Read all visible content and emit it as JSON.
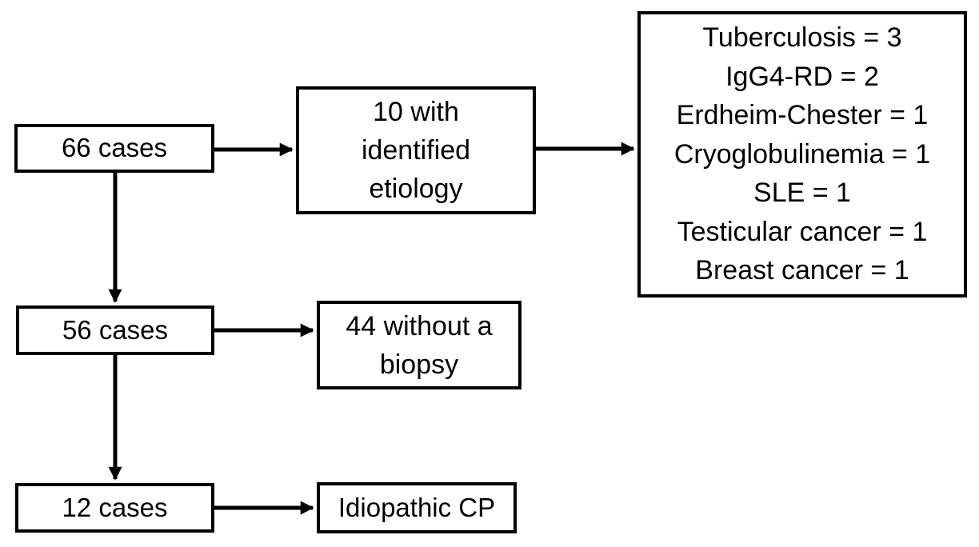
{
  "colors": {
    "ink": "#000000",
    "background": "#ffffff",
    "box_fill": "#ffffff"
  },
  "flowchart": {
    "nodes": {
      "cases_66": {
        "label": "66 cases"
      },
      "identified_etiology": {
        "label": "10 with\nidentified\netiology"
      },
      "etiology_breakdown": {
        "lines": [
          "Tuberculosis = 3",
          "IgG4-RD = 2",
          "Erdheim-Chester = 1",
          "Cryoglobulinemia = 1",
          "SLE = 1",
          "Testicular cancer = 1",
          "Breast cancer = 1"
        ]
      },
      "cases_56": {
        "label": "56 cases"
      },
      "without_biopsy": {
        "label": "44 without a\nbiopsy"
      },
      "cases_12": {
        "label": "12 cases"
      },
      "idiopathic_cp": {
        "label": "Idiopathic CP"
      }
    },
    "edges": [
      {
        "from": "cases_66",
        "to": "identified_etiology"
      },
      {
        "from": "identified_etiology",
        "to": "etiology_breakdown"
      },
      {
        "from": "cases_66",
        "to": "cases_56"
      },
      {
        "from": "cases_56",
        "to": "without_biopsy"
      },
      {
        "from": "cases_56",
        "to": "cases_12"
      },
      {
        "from": "cases_12",
        "to": "idiopathic_cp"
      }
    ]
  }
}
